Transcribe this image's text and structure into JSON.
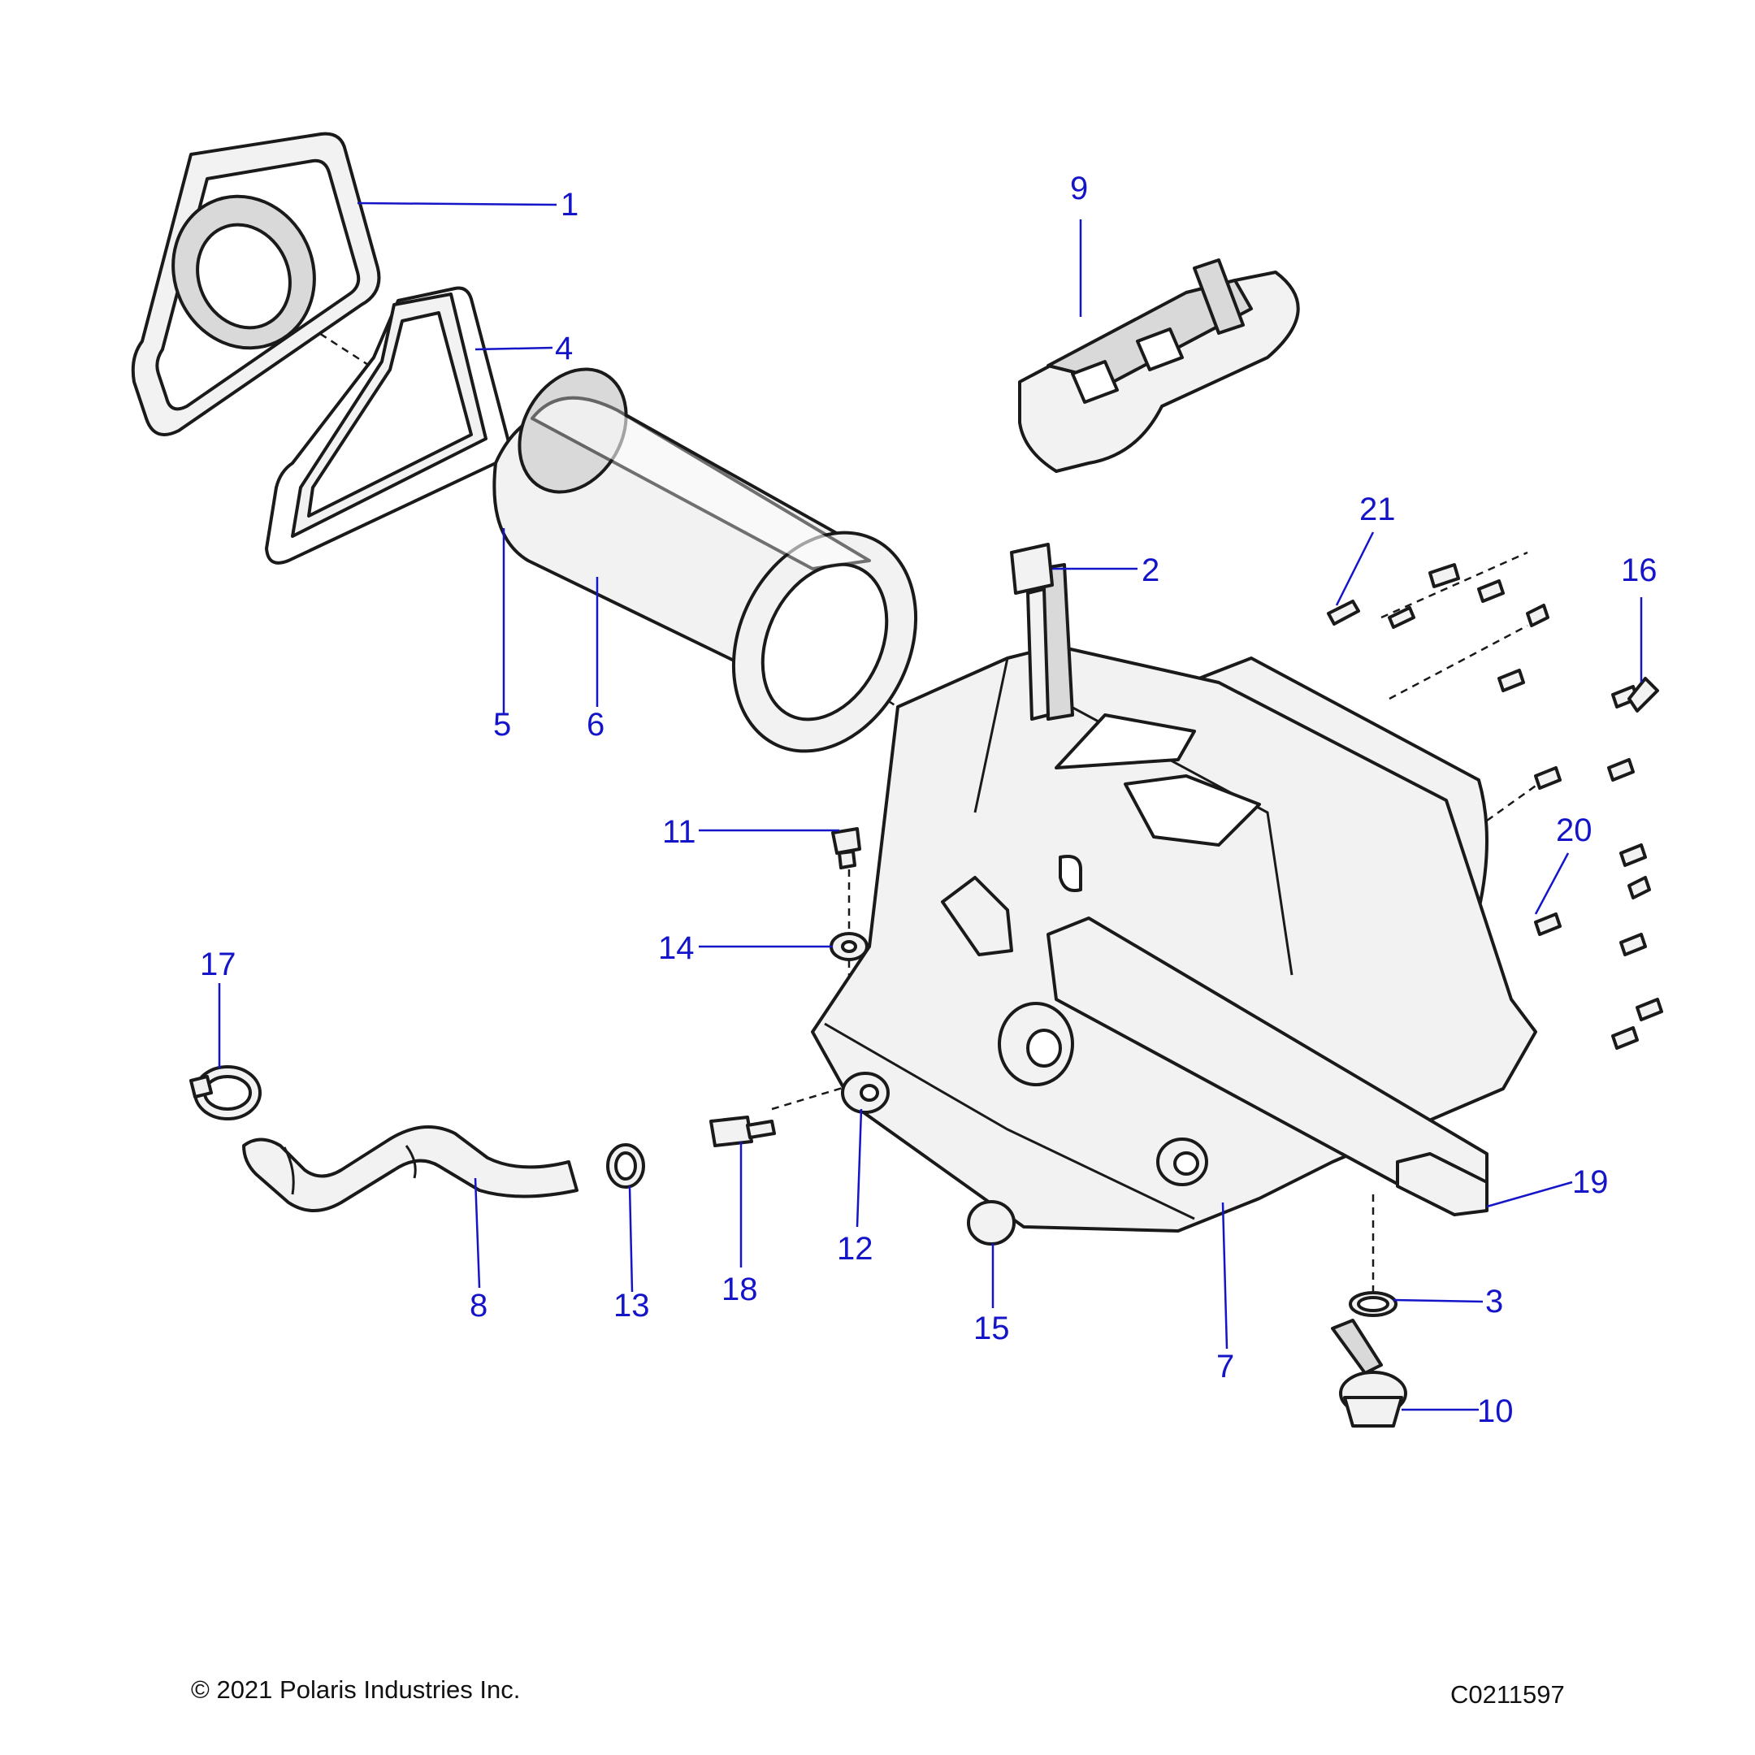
{
  "callouts": [
    "1",
    "2",
    "3",
    "4",
    "5",
    "6",
    "7",
    "8",
    "9",
    "10",
    "11",
    "12",
    "13",
    "14",
    "15",
    "16",
    "17",
    "18",
    "19",
    "20",
    "21"
  ],
  "footer": {
    "copyright": "© 2021 Polaris Industries Inc.",
    "code": "C0211597"
  },
  "colors": {
    "callout": "#1414c8",
    "line": "#1a1a1a"
  }
}
